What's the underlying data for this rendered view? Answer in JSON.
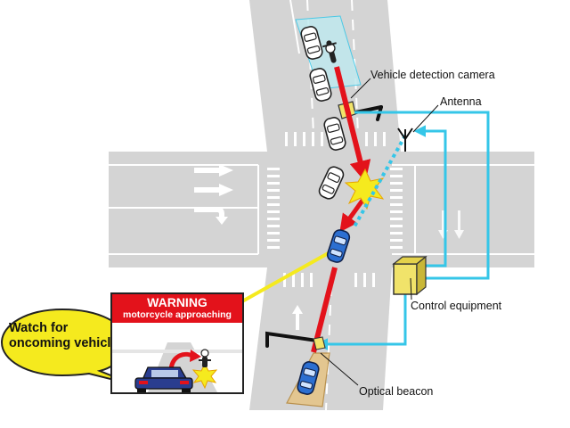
{
  "labels": {
    "vehicle_detection_camera": "Vehicle detection camera",
    "antenna": "Antenna",
    "control_equipment": "Control equipment",
    "optical_beacon": "Optical beacon"
  },
  "warning_panel": {
    "title": "WARNING",
    "subtitle": "motorcycle approaching"
  },
  "speech_bubble": {
    "line1": "Watch for",
    "line2": "oncoming vehicle"
  },
  "colors": {
    "road": "#d4d4d4",
    "road_marking": "#ffffff",
    "signal_link": "#35c6e8",
    "motorcycle_path": "#e3121b",
    "driver_view": "#f5ea1e",
    "detection_zone": "#bfe9ee",
    "beacon_zone": "#e8c27a",
    "control_box": "#f1e36a",
    "bubble": "#f5ea1e",
    "warning_red": "#e3121b"
  }
}
